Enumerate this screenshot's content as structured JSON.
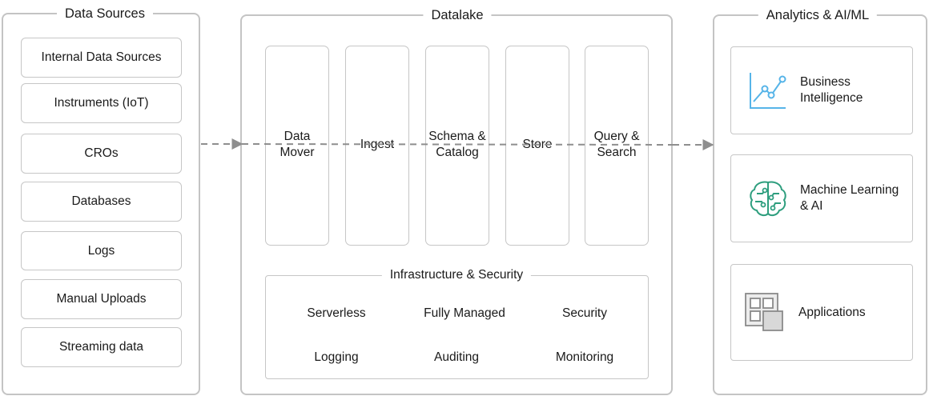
{
  "data_sources": {
    "title": "Data Sources",
    "items": [
      "Internal Data Sources",
      "Instruments (IoT)",
      "CROs",
      "Databases",
      "Logs",
      "Manual Uploads",
      "Streaming data"
    ]
  },
  "datalake": {
    "title": "Datalake",
    "columns": [
      "Data\nMover",
      "Ingest",
      "Schema &\nCatalog",
      "Store",
      "Query &\nSearch"
    ],
    "infrastructure": {
      "title": "Infrastructure & Security",
      "items": [
        "Serverless",
        "Fully Managed",
        "Security",
        "Logging",
        "Auditing",
        "Monitoring"
      ]
    }
  },
  "analytics": {
    "title": "Analytics & AI/ML",
    "cards": [
      {
        "label": "Business\nIntelligence",
        "icon": "bi-chart-icon"
      },
      {
        "label": "Machine Learning\n& AI",
        "icon": "brain-circuit-icon"
      },
      {
        "label": "Applications",
        "icon": "app-grid-icon"
      }
    ]
  },
  "colors": {
    "border": "#c4c4c4",
    "arrow": "#8e8e8e",
    "bi_icon": "#56b4e8",
    "ml_icon": "#2e9e7e",
    "app_icon": "#8a8a8a"
  }
}
